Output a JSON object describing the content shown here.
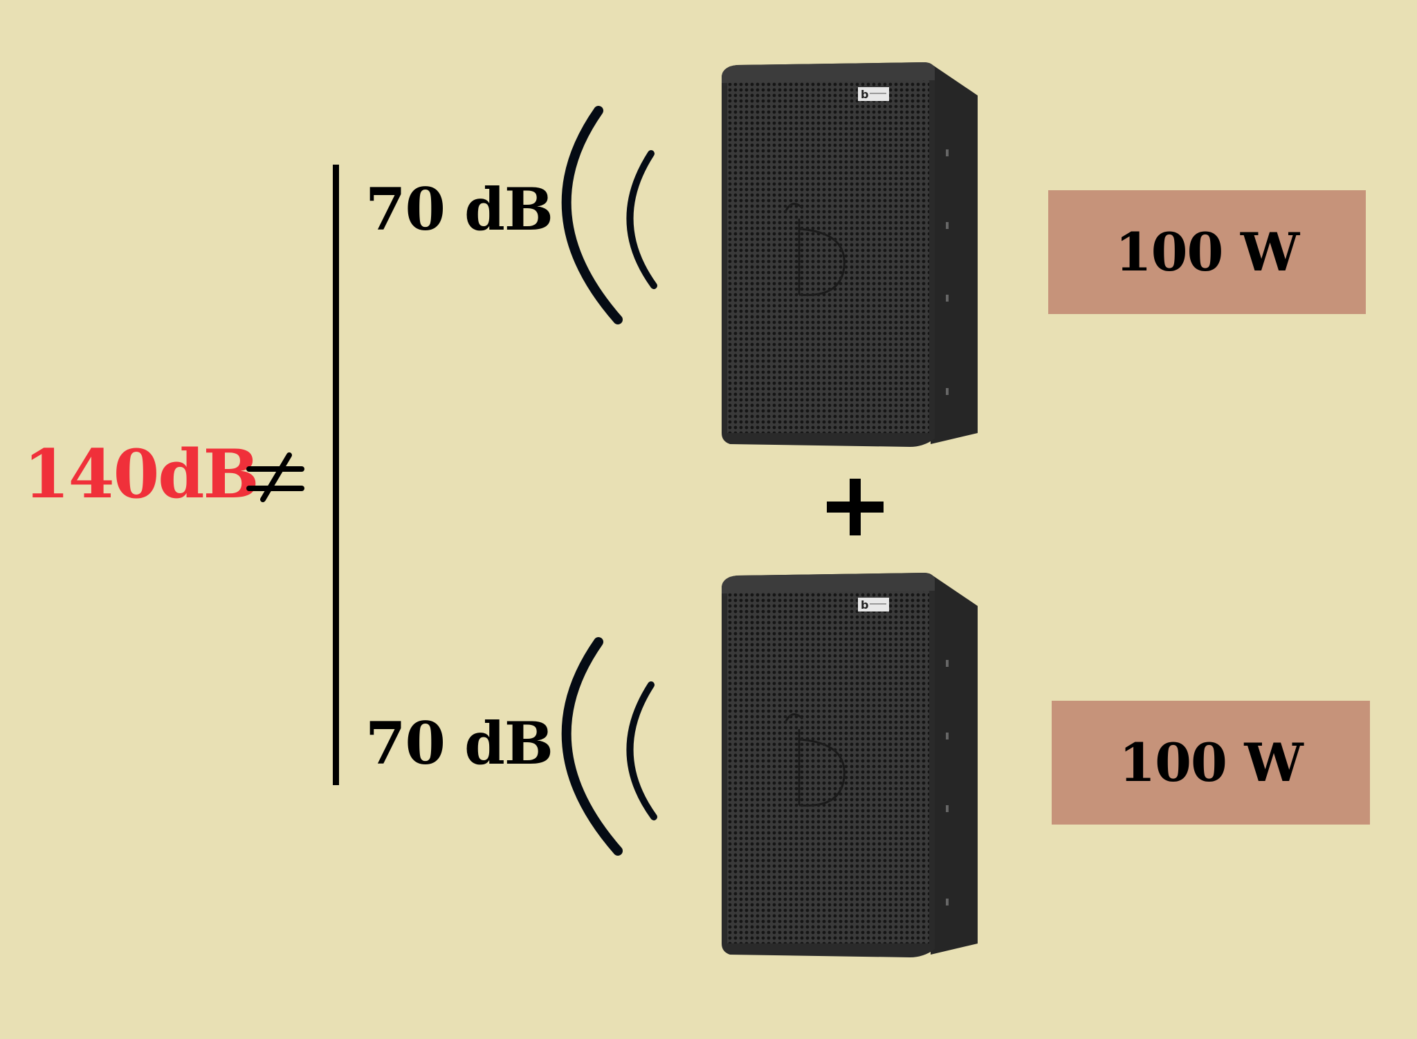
{
  "colors": {
    "background": "#e8e0b4",
    "total_label": "#f0303a",
    "power_box": "#c6937a",
    "text": "#000000",
    "speaker_body": "#232323"
  },
  "equation": {
    "total_label": "140dB",
    "operator": "≠",
    "operator_icon": "not-equal-icon",
    "combine_icon": "plus-icon"
  },
  "speakers": [
    {
      "db_label": "70 dB",
      "power_label": "100 W",
      "icon": "speaker-icon",
      "waves_icon": "sound-waves-icon"
    },
    {
      "db_label": "70 dB",
      "power_label": "100 W",
      "icon": "speaker-icon",
      "waves_icon": "sound-waves-icon"
    }
  ]
}
